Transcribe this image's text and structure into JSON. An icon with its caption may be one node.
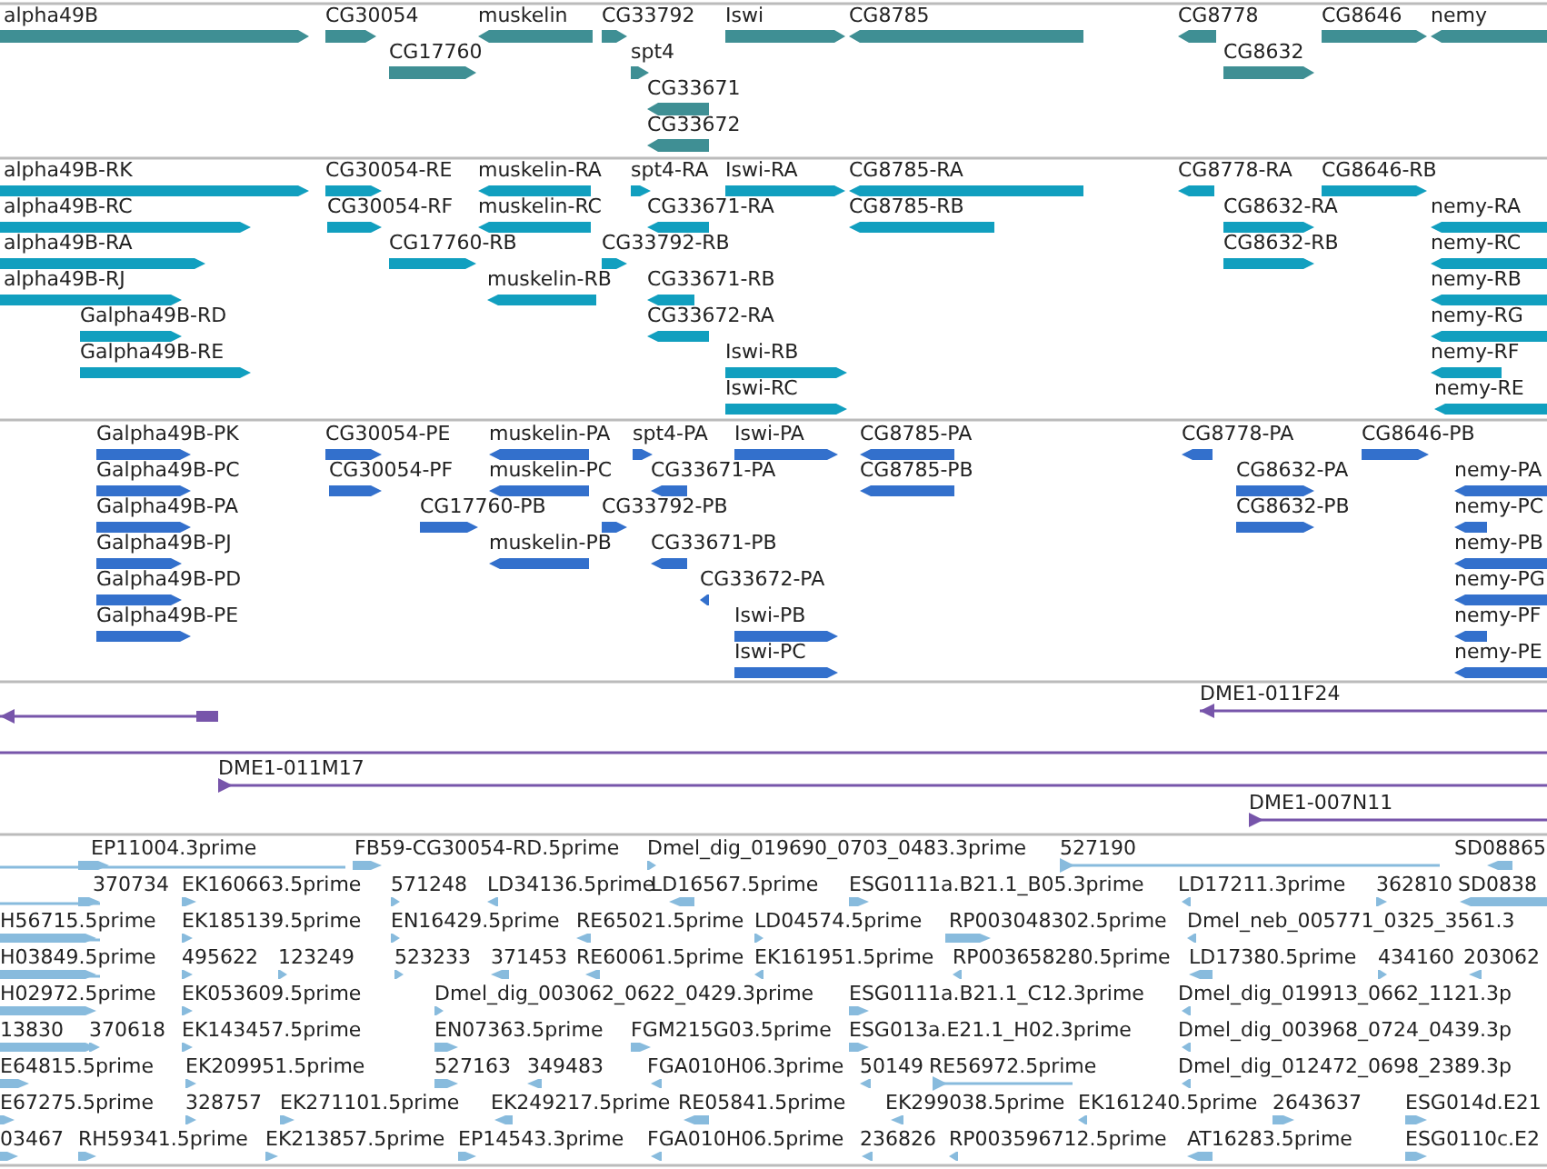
{
  "diagram": {
    "labels": [
      "alpha49B",
      "CG30054",
      "muskelin",
      "CG33792",
      "Iswi",
      "CG8785",
      "CG8778",
      "CG8646",
      "nemy",
      "CG17760",
      "spt4",
      "CG8632",
      "CG33671",
      "CG33672",
      "alpha49B-RK",
      "CG30054-RE",
      "muskelin-RA",
      "spt4-RA",
      "Iswi-RA",
      "CG8785-RA",
      "CG8778-RA",
      "CG8646-RB",
      "alpha49B-RC",
      "CG30054-RF",
      "muskelin-RC",
      "CG33671-RA",
      "CG8785-RB",
      "CG8632-RA",
      "nemy-RA",
      "alpha49B-RA",
      "CG17760-RB",
      "CG33792-RB",
      "CG8632-RB",
      "nemy-RC",
      "alpha49B-RJ",
      "muskelin-RB",
      "CG33671-RB",
      "nemy-RB",
      "Galpha49B-RD",
      "CG33672-RA",
      "nemy-RG",
      "Galpha49B-RE",
      "Iswi-RB",
      "nemy-RF",
      "Iswi-RC",
      "nemy-RE",
      "Galpha49B-PK",
      "CG30054-PE",
      "muskelin-PA",
      "spt4-PA",
      "Iswi-PA",
      "CG8785-PA",
      "CG8778-PA",
      "CG8646-PB",
      "Galpha49B-PC",
      "CG30054-PF",
      "muskelin-PC",
      "CG33671-PA",
      "CG8785-PB",
      "CG8632-PA",
      "nemy-PA",
      "Galpha49B-PA",
      "CG17760-PB",
      "CG33792-PB",
      "CG8632-PB",
      "nemy-PC",
      "Galpha49B-PJ",
      "muskelin-PB",
      "CG33671-PB",
      "nemy-PB",
      "Galpha49B-PD",
      "CG33672-PA",
      "nemy-PG",
      "Galpha49B-PE",
      "Iswi-PB",
      "nemy-PF",
      "Iswi-PC",
      "nemy-PE",
      "DME1-011F24",
      "DME1-011M17",
      "DME1-007N11",
      "EP11004.3prime",
      "FB59-CG30054-RD.5prime",
      "Dmel_dig_019690_0703_0483.3prime",
      "527190",
      "SD08865",
      "370734",
      "EK160663.5prime",
      "571248",
      "LD34136.5prime",
      "LD16567.5prime",
      "ESG0111a.B21.1_B05.3prime",
      "LD17211.3prime",
      "362810",
      "SD0838",
      "H56715.5prime",
      "EK185139.5prime",
      "EN16429.5prime",
      "RE65021.5prime",
      "LD04574.5prime",
      "RP003048302.5prime",
      "Dmel_neb_005771_0325_3561.3",
      "H03849.5prime",
      "495622",
      "123249",
      "523233",
      "371453",
      "RE60061.5prime",
      "EK161951.5prime",
      "RP003658280.5prime",
      "LD17380.5prime",
      "434160",
      "203062",
      "H02972.5prime",
      "EK053609.5prime",
      "Dmel_dig_003062_0622_0429.3prime",
      "ESG0111a.B21.1_C12.3prime",
      "Dmel_dig_019913_0662_1121.3p",
      "13830",
      "370618",
      "EK143457.5prime",
      "EN07363.5prime",
      "FGM215G03.5prime",
      "ESG013a.E21.1_H02.3prime",
      "Dmel_dig_003968_0724_0439.3p",
      "E64815.5prime",
      "EK209951.5prime",
      "527163",
      "349483",
      "FGA010H06.3prime",
      "50149",
      "RE56972.5prime",
      "Dmel_dig_012472_0698_2389.3p",
      "E67275.5prime",
      "328757",
      "EK271101.5prime",
      "EK249217.5prime",
      "RE05841.5prime",
      "EK299038.5prime",
      "EK161240.5prime",
      "2643637",
      "ESG014d.E21",
      "03467",
      "RH59341.5prime",
      "EK213857.5prime",
      "EP14543.3prime",
      "FGA010H06.5prime",
      "236826",
      "RP003596712.5prime",
      "AT16283.5prime",
      "ESG0110c.E2"
    ]
  }
}
